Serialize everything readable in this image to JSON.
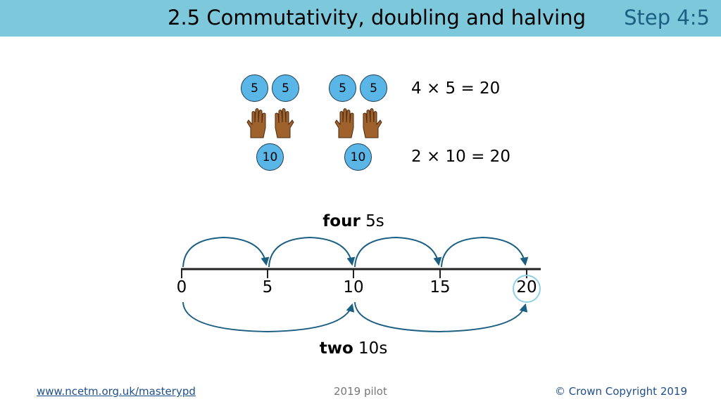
{
  "header": {
    "title": "2.5 Commutativity, doubling and halving",
    "step": "Step 4:5"
  },
  "coins": {
    "group1": [
      "5",
      "5"
    ],
    "group2": [
      "5",
      "5"
    ],
    "tens": [
      "10",
      "10"
    ]
  },
  "equations": {
    "fives": "4 × 5 = 20",
    "tens": "2 × 10 = 20"
  },
  "number_line": {
    "ticks": [
      "0",
      "5",
      "10",
      "15",
      "20"
    ],
    "top_label_bold": "four",
    "top_label_rest": " 5s",
    "bottom_label_bold": "two",
    "bottom_label_rest": " 10s",
    "circled": "20",
    "arrow_color": "#1b5f82",
    "circle_color": "#8fd0e6"
  },
  "footer": {
    "link": "www.ncetm.org.uk/masterypd",
    "pilot": "2019 pilot",
    "copyright": "© Crown Copyright 2019"
  },
  "colors": {
    "header_bg": "#7ec8dc",
    "coin_fill": "#5ab6e6",
    "hand_skin": "#a0622d"
  }
}
